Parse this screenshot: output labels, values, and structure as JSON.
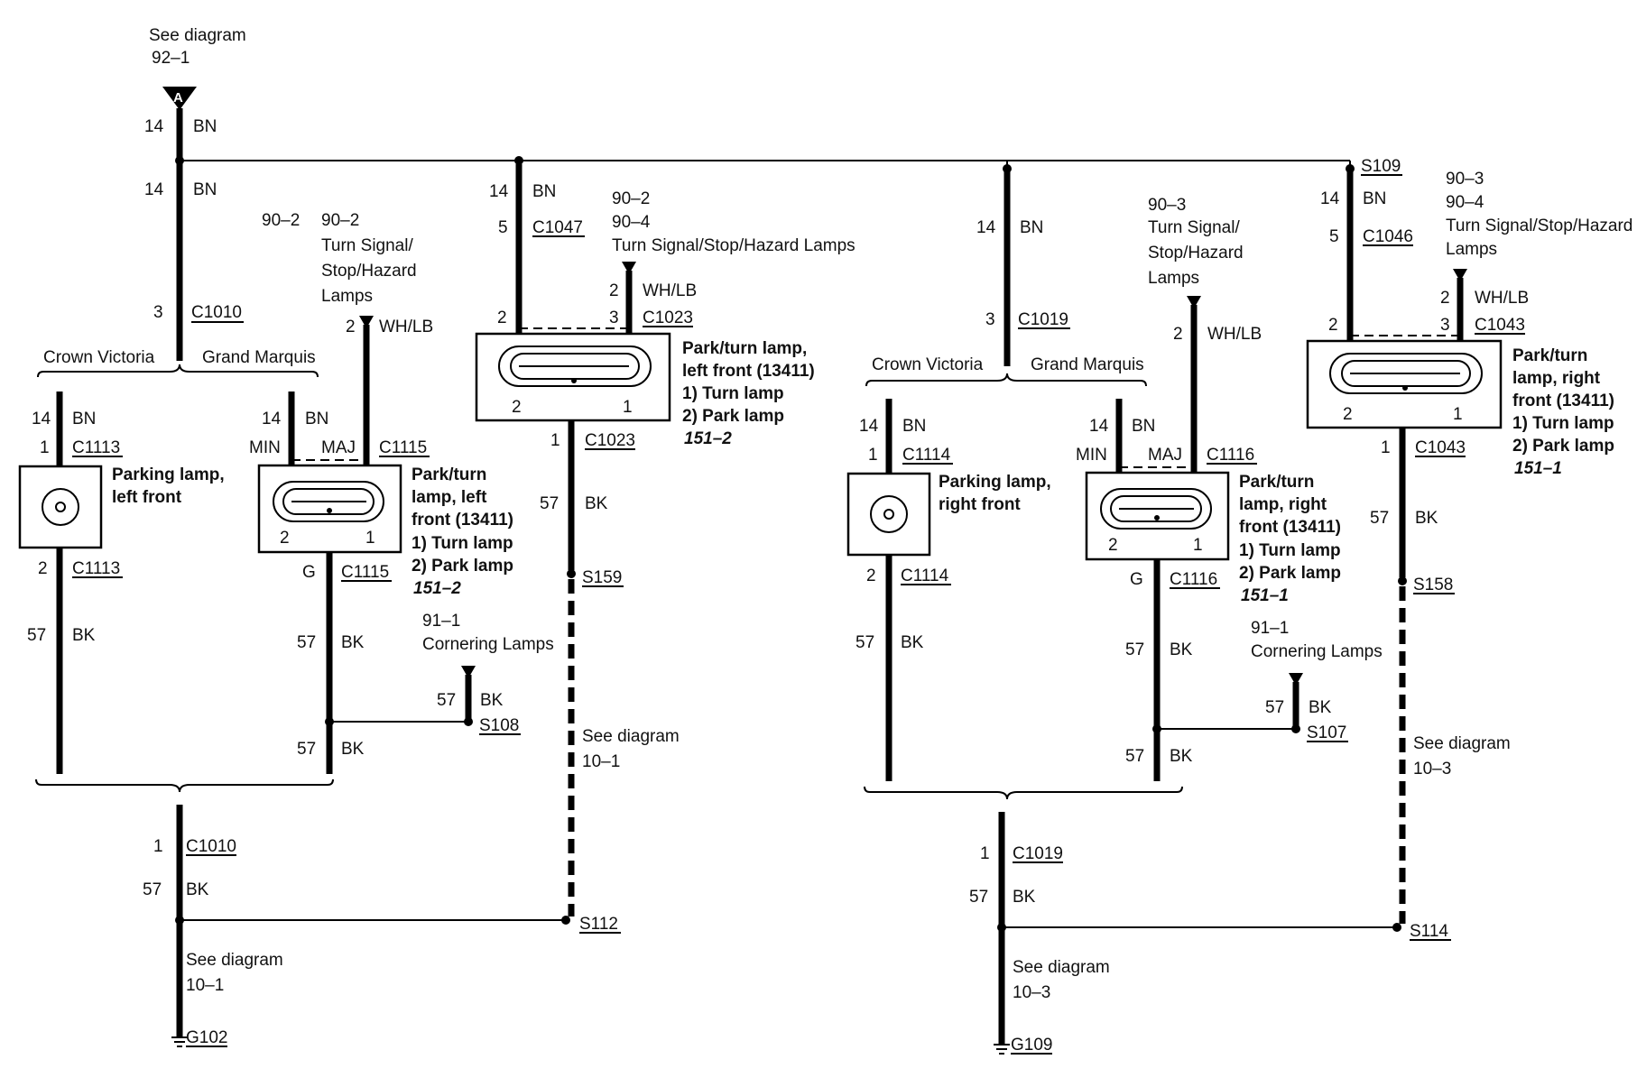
{
  "top_ref": {
    "see": "See diagram",
    "page": "92–1",
    "connector": "A"
  },
  "wire_14": "14",
  "wire_2": "2",
  "wire_57": "57",
  "color_bn": "BN",
  "color_bk": "BK",
  "color_whlb": "WH/LB",
  "color_g": "G",
  "pin_1": "1",
  "pin_2": "2",
  "pin_3": "3",
  "pin_5": "5",
  "variant_cv": "Crown Victoria",
  "variant_gm": "Grand Marquis",
  "min": "MIN",
  "maj": "MAJ",
  "see_diagram": "See diagram",
  "connectors": {
    "c1010": "C1010",
    "c1113": "C1113",
    "c1115": "C1115",
    "c1047": "C1047",
    "c1023": "C1023",
    "c1019": "C1019",
    "c1114": "C1114",
    "c1116": "C1116",
    "c1046": "C1046",
    "c1043": "C1043"
  },
  "splices": {
    "s109": "S109",
    "s108": "S108",
    "s159": "S159",
    "s112": "S112",
    "s107": "S107",
    "s158": "S158",
    "s114": "S114"
  },
  "grounds": {
    "g102": "G102",
    "g109": "G109"
  },
  "refs": {
    "r90_2": "90–2",
    "r90_3": "90–3",
    "r90_4": "90–4",
    "r91_1": "91–1",
    "r10_1": "10–1",
    "r10_3": "10–3",
    "r151_2": "151–2",
    "r151_1": "151–1"
  },
  "text": {
    "turn_signal": "Turn Signal/",
    "stop_hazard": "Stop/Hazard",
    "lamps": "Lamps",
    "tssh_lamps": "Turn Signal/Stop/Hazard Lamps",
    "tssh": "Turn Signal/Stop/Hazard",
    "cornering": "Cornering Lamps",
    "turn_lamp": "1)   Turn lamp",
    "park_lamp": "2)   Park lamp",
    "parking_lamp": "Parking lamp,",
    "left_front": "left front",
    "right_front": "right front",
    "park_turn_lamp": "Park/turn lamp,",
    "left_front_13411": "left front (13411)",
    "park_turn": "Park/turn",
    "lamp_left": "lamp, left",
    "lamp_right": "lamp, right",
    "front_13411": "front (13411)"
  }
}
